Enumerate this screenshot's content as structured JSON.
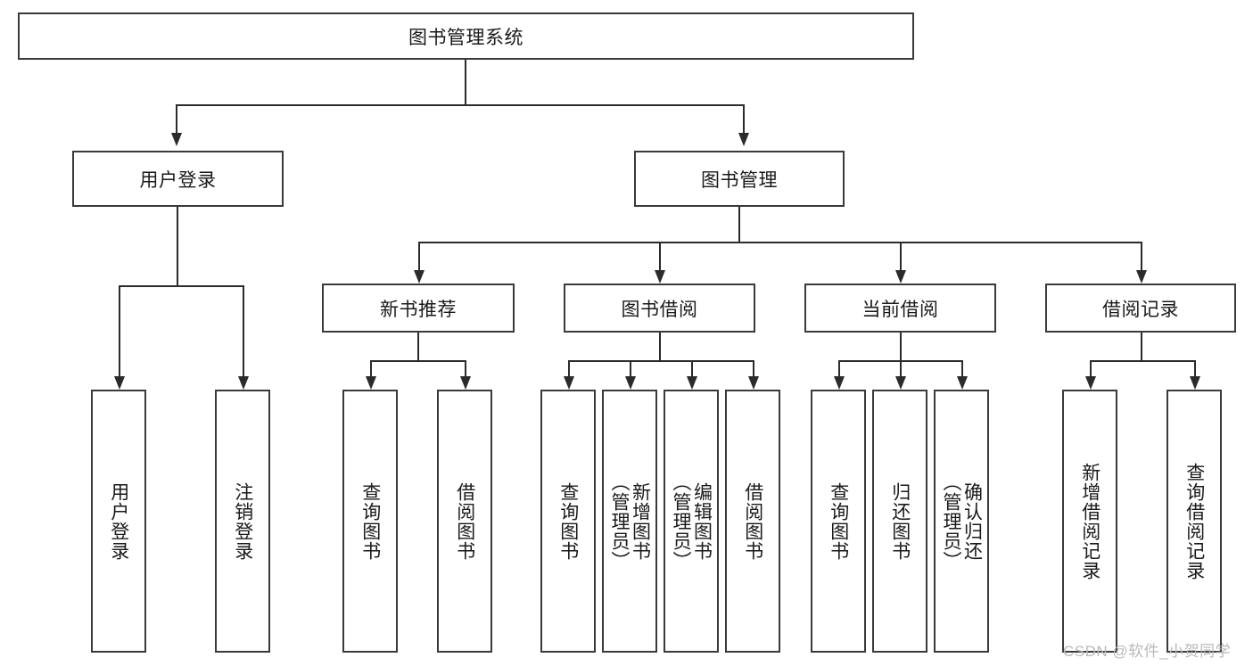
{
  "diagram": {
    "title": "图书管理系统",
    "root": {
      "label": "图书管理系统"
    },
    "level1": [
      {
        "label": "用户登录"
      },
      {
        "label": "图书管理"
      }
    ],
    "level2": [
      {
        "label": "新书推荐"
      },
      {
        "label": "图书借阅"
      },
      {
        "label": "当前借阅"
      },
      {
        "label": "借阅记录"
      }
    ],
    "leaves": {
      "user_login": [
        {
          "label": "用户登录"
        },
        {
          "label": "注销登录"
        }
      ],
      "new_book_recommend": [
        {
          "label": "查询图书"
        },
        {
          "label": "借阅图书"
        }
      ],
      "book_borrow": [
        {
          "label": "查询图书"
        },
        {
          "label": "新增图书\n（管理员）"
        },
        {
          "label": "编辑图书\n（管理员）"
        },
        {
          "label": "借阅图书"
        }
      ],
      "current_borrow": [
        {
          "label": "查询图书"
        },
        {
          "label": "归还图书"
        },
        {
          "label": "确认归还\n（管理员）"
        }
      ],
      "borrow_record": [
        {
          "label": "新增借阅记录"
        },
        {
          "label": "查询借阅记录"
        }
      ]
    }
  },
  "watermark": {
    "text": "CSDN @软件_小贺同学"
  },
  "colors": {
    "box_border": "#3a3a3a",
    "edge": "#2b2b2b",
    "text": "#1a1a1a",
    "background": "#ffffff",
    "watermark": "#b9b9b9"
  }
}
